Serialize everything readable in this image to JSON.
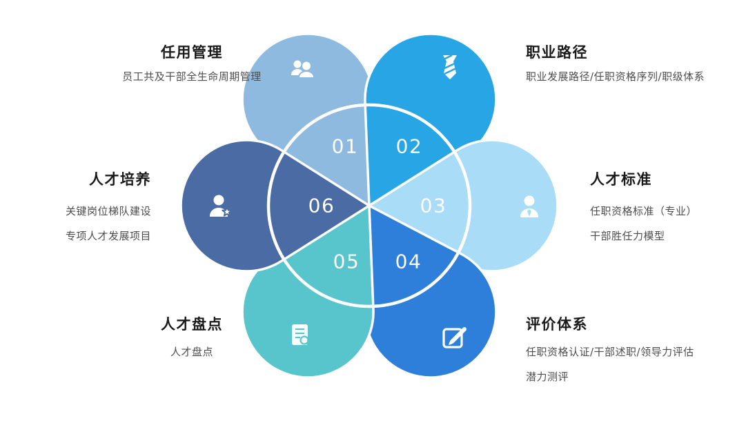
{
  "diagram": {
    "title": "talent-management-flower",
    "petals": [
      {
        "number": "01",
        "title": "任用管理",
        "icon": "users-icon",
        "desc_lines": [
          "员工共及干部全生命周期管理"
        ],
        "color": "#8DBADE"
      },
      {
        "number": "02",
        "title": "职业路径",
        "icon": "tie-icon",
        "desc_lines": [
          "职业发展路径/任职资格序列/职级体系"
        ],
        "color": "#27A5E5"
      },
      {
        "number": "03",
        "title": "人才标准",
        "icon": "user-icon",
        "desc_lines": [
          "任职资格标准（专业）",
          "干部胜任力模型"
        ],
        "color": "#A9DCF6"
      },
      {
        "number": "04",
        "title": "评价体系",
        "icon": "edit-icon",
        "desc_lines": [
          "任职资格认证/干部述职/领导力评估",
          "潜力测评"
        ],
        "color": "#2D7FD9"
      },
      {
        "number": "05",
        "title": "人才盘点",
        "icon": "report-search-icon",
        "desc_lines": [
          "人才盘点"
        ],
        "color": "#58C5CD"
      },
      {
        "number": "06",
        "title": "人才培养",
        "icon": "user-star-icon",
        "desc_lines": [
          "关键岗位梯队建设",
          "专项人才发展项目"
        ],
        "color": "#4A6BA4"
      }
    ],
    "ring_color": "#ffffff",
    "background": "#ffffff"
  }
}
